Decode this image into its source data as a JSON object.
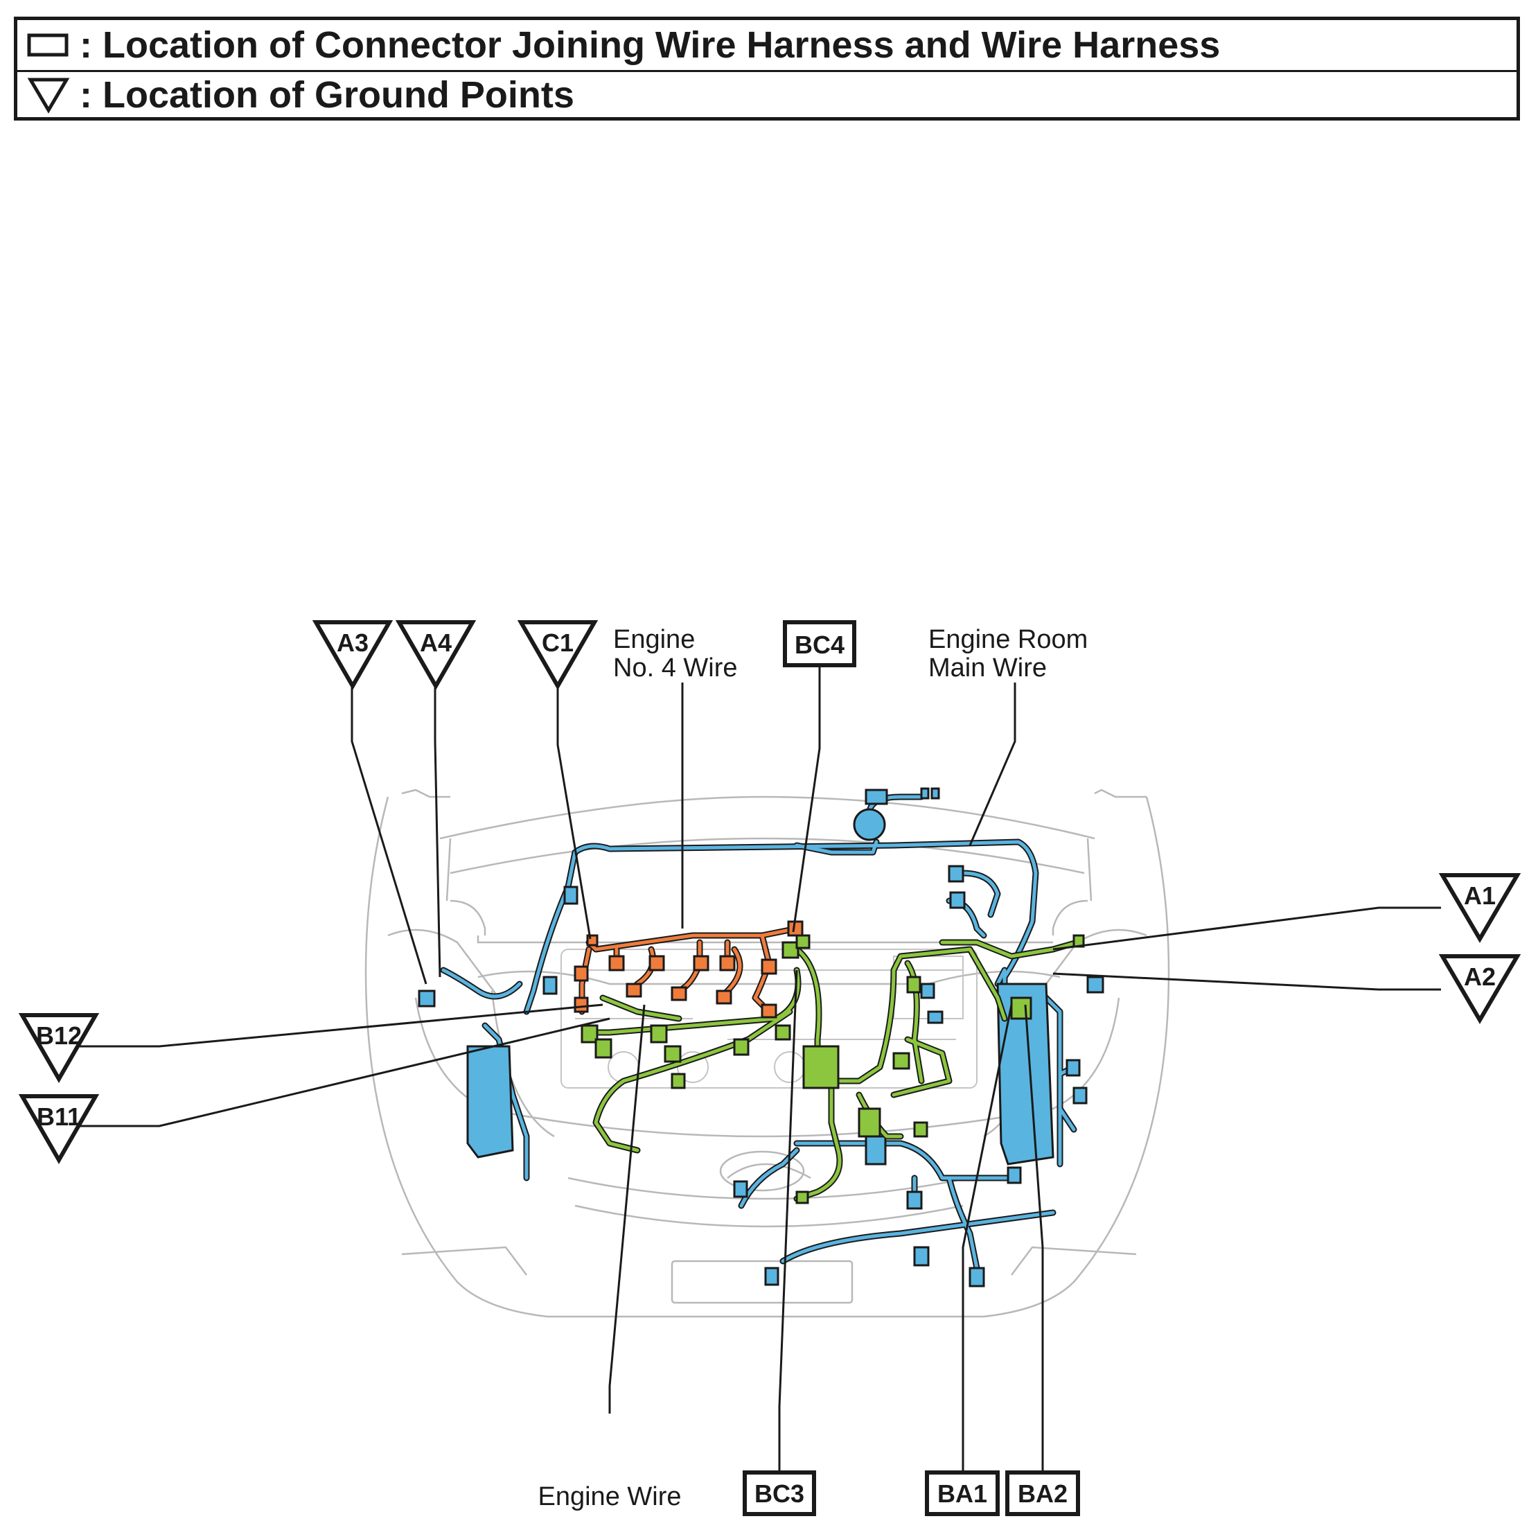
{
  "legend": {
    "connector_text": ": Location of Connector Joining Wire Harness and Wire Harness",
    "ground_text": ": Location of Ground Points"
  },
  "labels": {
    "engine_no4_wire_line1": "Engine",
    "engine_no4_wire_line2": "No. 4 Wire",
    "engine_room_main_wire_line1": "Engine Room",
    "engine_room_main_wire_line2": "Main Wire",
    "engine_wire": "Engine Wire"
  },
  "ground_points": {
    "a3": "A3",
    "a4": "A4",
    "c1": "C1",
    "a1": "A1",
    "a2": "A2",
    "b12": "B12",
    "b11": "B11"
  },
  "connectors": {
    "bc4": "BC4",
    "bc3": "BC3",
    "ba1": "BA1",
    "ba2": "BA2"
  },
  "colors": {
    "engine_room_main_wire": "#5ab4e0",
    "engine_wire": "#8cc63f",
    "engine_no4_wire": "#f07c3c",
    "outline": "#1a1a1a",
    "body_lines": "#b8b8b8"
  }
}
